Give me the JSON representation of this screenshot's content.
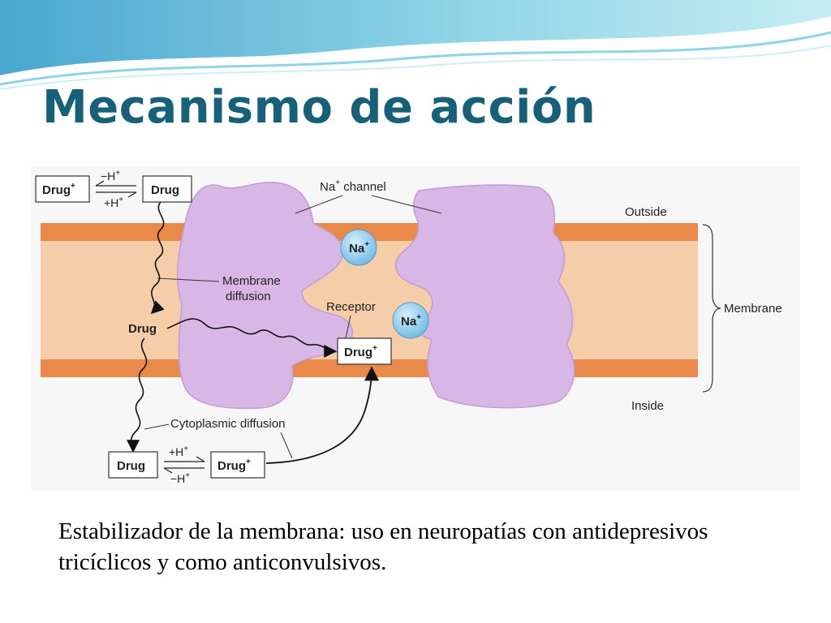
{
  "slide": {
    "title": "Mecanismo de acción",
    "caption": "Estabilizador de la membrana: uso en neuropatías con antidepresivos tricíclicos y como anticonvulsivos."
  },
  "diagram": {
    "drug_ion": "Drug",
    "drug_neutral": "Drug",
    "drug_mid": "Drug",
    "drug_receptor": "Drug",
    "drug_bottom_left": "Drug",
    "drug_ion_bottom": "Drug",
    "plus": "+",
    "minus_h_top": "−H",
    "plus_h_top": "+H",
    "plus_h_bottom": "+H",
    "minus_h_bottom": "−H",
    "channel_label": "Na",
    "channel_label_suffix": " channel",
    "na_ion": "Na",
    "membrane_diffusion_1": "Membrane",
    "membrane_diffusion_2": "diffusion",
    "receptor": "Receptor",
    "cytoplasmic_diffusion": "Cytoplasmic diffusion",
    "outside": "Outside",
    "membrane": "Membrane",
    "inside": "Inside"
  },
  "colors": {
    "title": "#17607a",
    "membrane_fill": "#f6cda9",
    "membrane_edge": "#e67e3c",
    "protein": "#d9b8e6",
    "ion": "#7ec3ea",
    "wave_blue": "#5bb8d8",
    "wave_teal": "#9fdde8"
  }
}
